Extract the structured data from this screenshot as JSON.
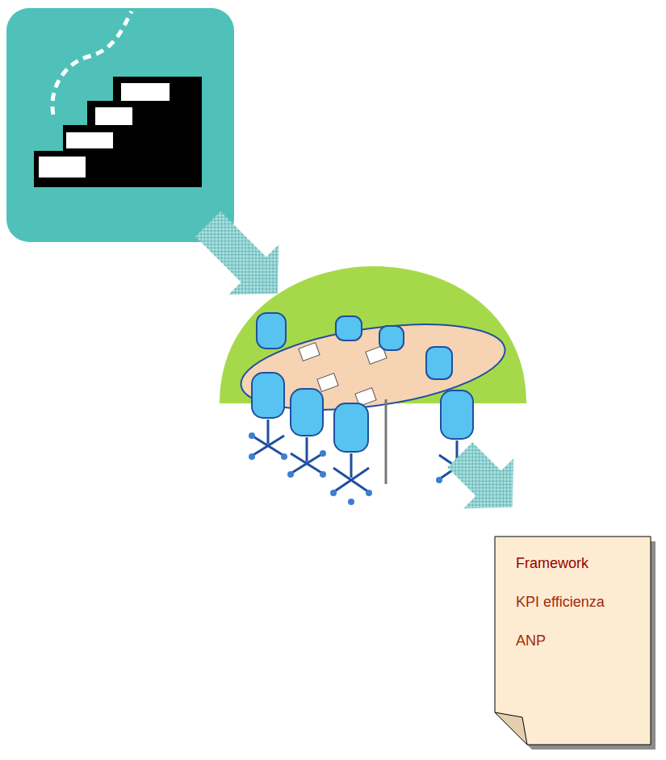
{
  "diagram": {
    "nodes": [
      {
        "text": [
          "Framework",
          "KPI efficienza",
          "ANP"
        ]
      }
    ]
  }
}
